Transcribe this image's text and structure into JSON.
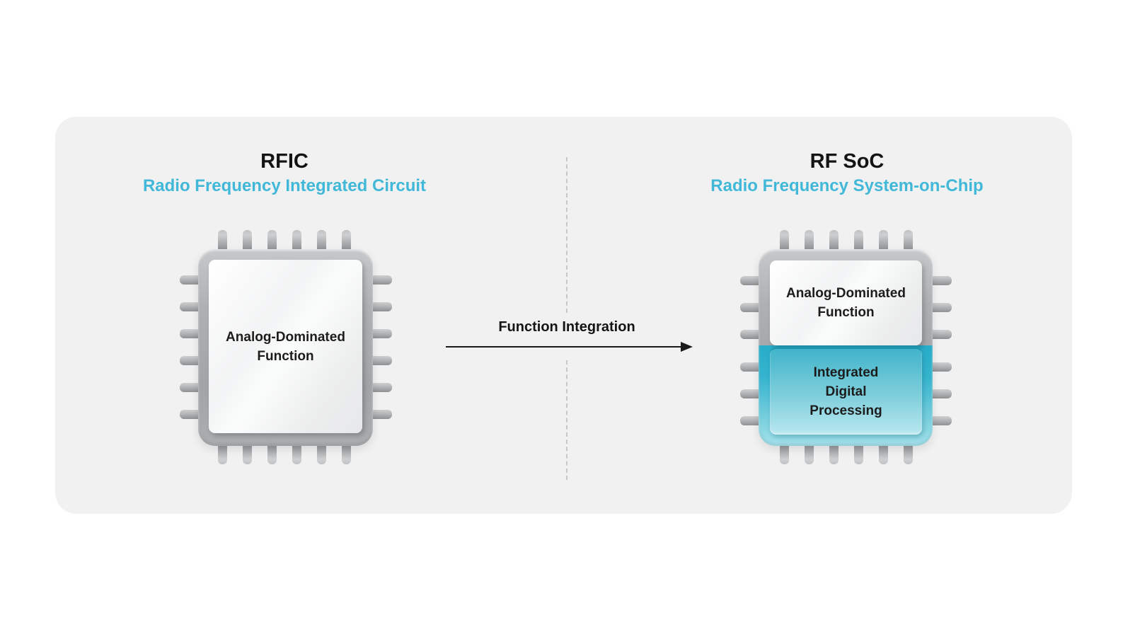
{
  "colors": {
    "panel_bg": "#f1f1f2",
    "accent_cyan": "#41b8d8",
    "teal_dark": "#27adc9",
    "teal_body_light": "#a5e2ec",
    "teal_panel_top": "#41b4ca",
    "teal_panel_bottom": "#b9e7ef",
    "text_dark": "#141414",
    "dash_gray": "#c7c7c7"
  },
  "left": {
    "title": "RFIC",
    "subtitle": "Radio Frequency Integrated Circuit",
    "chip": {
      "label_line1": "Analog-Dominated",
      "label_line2": "Function"
    }
  },
  "center": {
    "label": "Function Integration"
  },
  "right": {
    "title": "RF SoC",
    "subtitle": "Radio Frequency System-on-Chip",
    "chip": {
      "analog_line1": "Analog-Dominated",
      "analog_line2": "Function",
      "digital_line1": "Integrated",
      "digital_line2": "Digital",
      "digital_line3": "Processing"
    }
  }
}
